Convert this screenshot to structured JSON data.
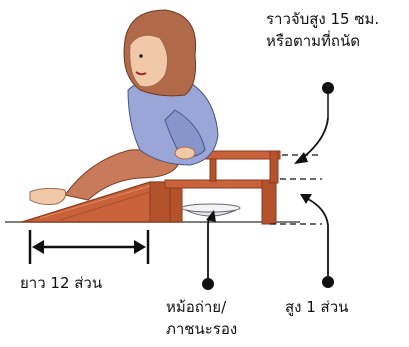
{
  "labels": {
    "handrail_line1": "ราวจับสูง 15 ซม.",
    "handrail_line2": "หรือตามที่ถนัด",
    "ramp_length": "ยาว 12 ส่วน",
    "pot_line1": "หม้อถ่าย/",
    "pot_line2": "ภาชนะรอง",
    "ramp_height": "สูง 1 ส่วน"
  },
  "colors": {
    "wood": "#c9623a",
    "wood_dark": "#8a3a1e",
    "shirt": "#9aa6d8",
    "pants": "#c87a5a",
    "hair": "#b06a4a",
    "skin": "#f2c9a8",
    "ink": "#111111"
  }
}
